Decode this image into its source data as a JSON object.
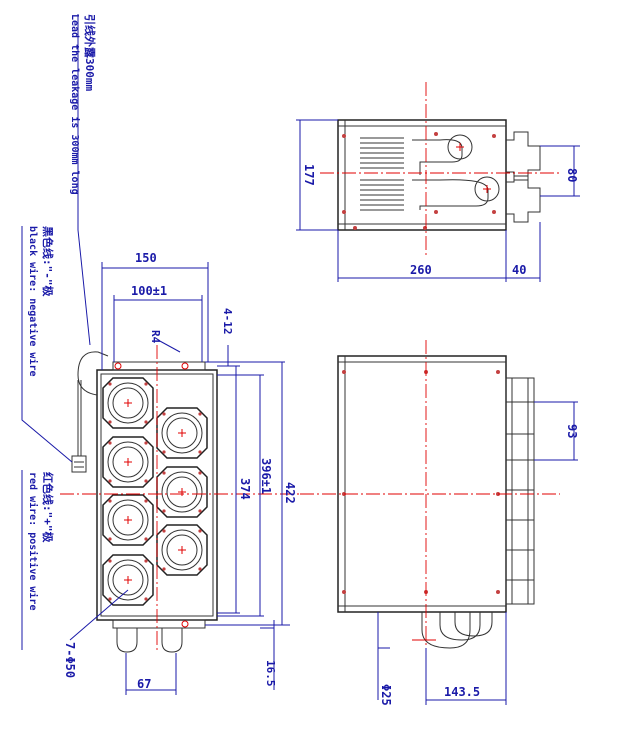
{
  "notes": {
    "lead_cn": "引线外露300mm",
    "lead_en": "Lead the leakage is 300mm long",
    "black_cn": "黑色线:\"-\"极",
    "black_en": "black wire: negative wire",
    "red_cn": "红色线:\"+\"极",
    "red_en": "red wire: positive wire"
  },
  "dimensions": {
    "d150": "150",
    "d100": "100±1",
    "r4": "R4",
    "holes": "4-12",
    "d374": "374",
    "d396": "396±1",
    "d422": "422",
    "d67": "67",
    "d16_5": "16.5",
    "phi50": "7-Φ50",
    "d177": "177",
    "d260": "260",
    "d40": "40",
    "d80": "80",
    "d93": "93",
    "phi25": "Φ25",
    "d143_5": "143.5"
  },
  "colors": {
    "dimension": "#1a1aa8",
    "centerline": "#e00000",
    "outline": "#333333"
  }
}
